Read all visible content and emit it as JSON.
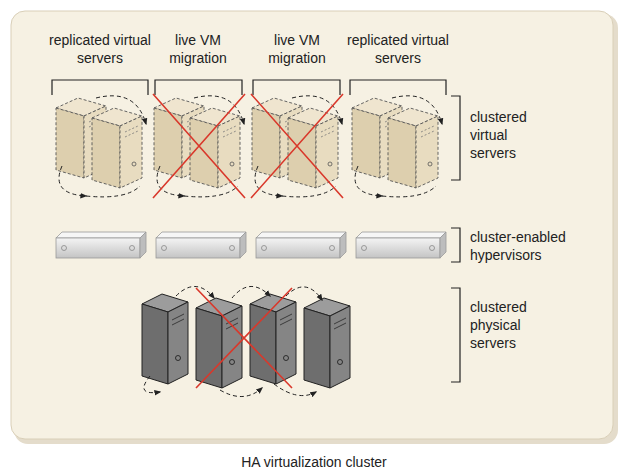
{
  "diagram": {
    "caption": "HA virtualization cluster",
    "labels": [
      "replicated virtual servers",
      "live VM migration",
      "live VM migration",
      "replicated virtual servers",
      "clustered virtual servers",
      "cluster-enabled hypervisors",
      "clustered physical servers"
    ]
  }
}
